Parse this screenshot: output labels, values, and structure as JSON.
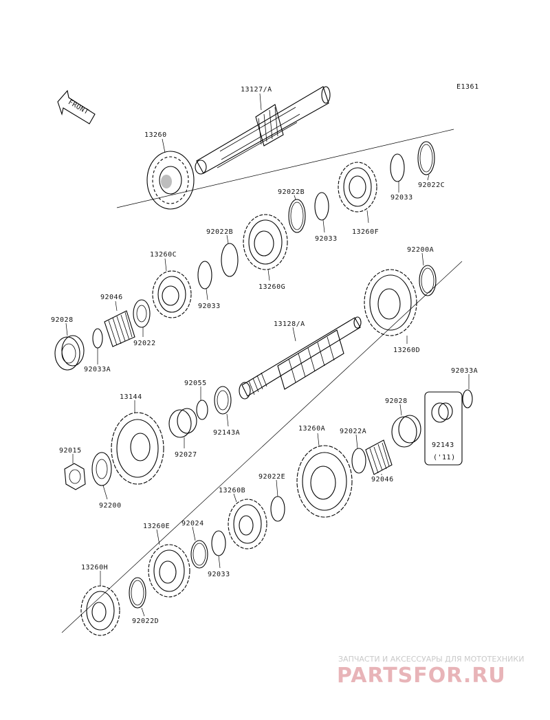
{
  "diagram_code": "E1361",
  "front_label": "FRONT",
  "parts": {
    "p13127": "13127/A",
    "p13260": "13260",
    "p92022c": "92022C",
    "p92033_top": "92033",
    "p13260f": "13260F",
    "p92022b": "92022B",
    "p92033_b": "92033",
    "p92022b2": "92022B",
    "p13260g": "13260G",
    "p13260c": "13260C",
    "p92033_c": "92033",
    "p92046": "92046",
    "p92022": "92022",
    "p92028": "92028",
    "p92033a": "92033A",
    "p92200a": "92200A",
    "p13260d": "13260D",
    "p13128": "13128/A",
    "p92055": "92055",
    "p13144": "13144",
    "p92143a": "92143A",
    "p92027": "92027",
    "p92015": "92015",
    "p92200": "92200",
    "p92033a_r": "92033A",
    "p92028_r": "92028",
    "p92143": "92143",
    "p92143_note": "('11)",
    "p13260a": "13260A",
    "p92022a": "92022A",
    "p92046_r": "92046",
    "p92022e": "92022E",
    "p13260b": "13260B",
    "p13260e": "13260E",
    "p92024": "92024",
    "p92033_e": "92033",
    "p13260h": "13260H",
    "p92022d": "92022D"
  },
  "watermark": {
    "tagline": "ЗАПЧАСТИ И АКСЕССУАРЫ ДЛЯ МОТОТЕХНИКИ",
    "brand": "PARTSFOR.RU"
  }
}
